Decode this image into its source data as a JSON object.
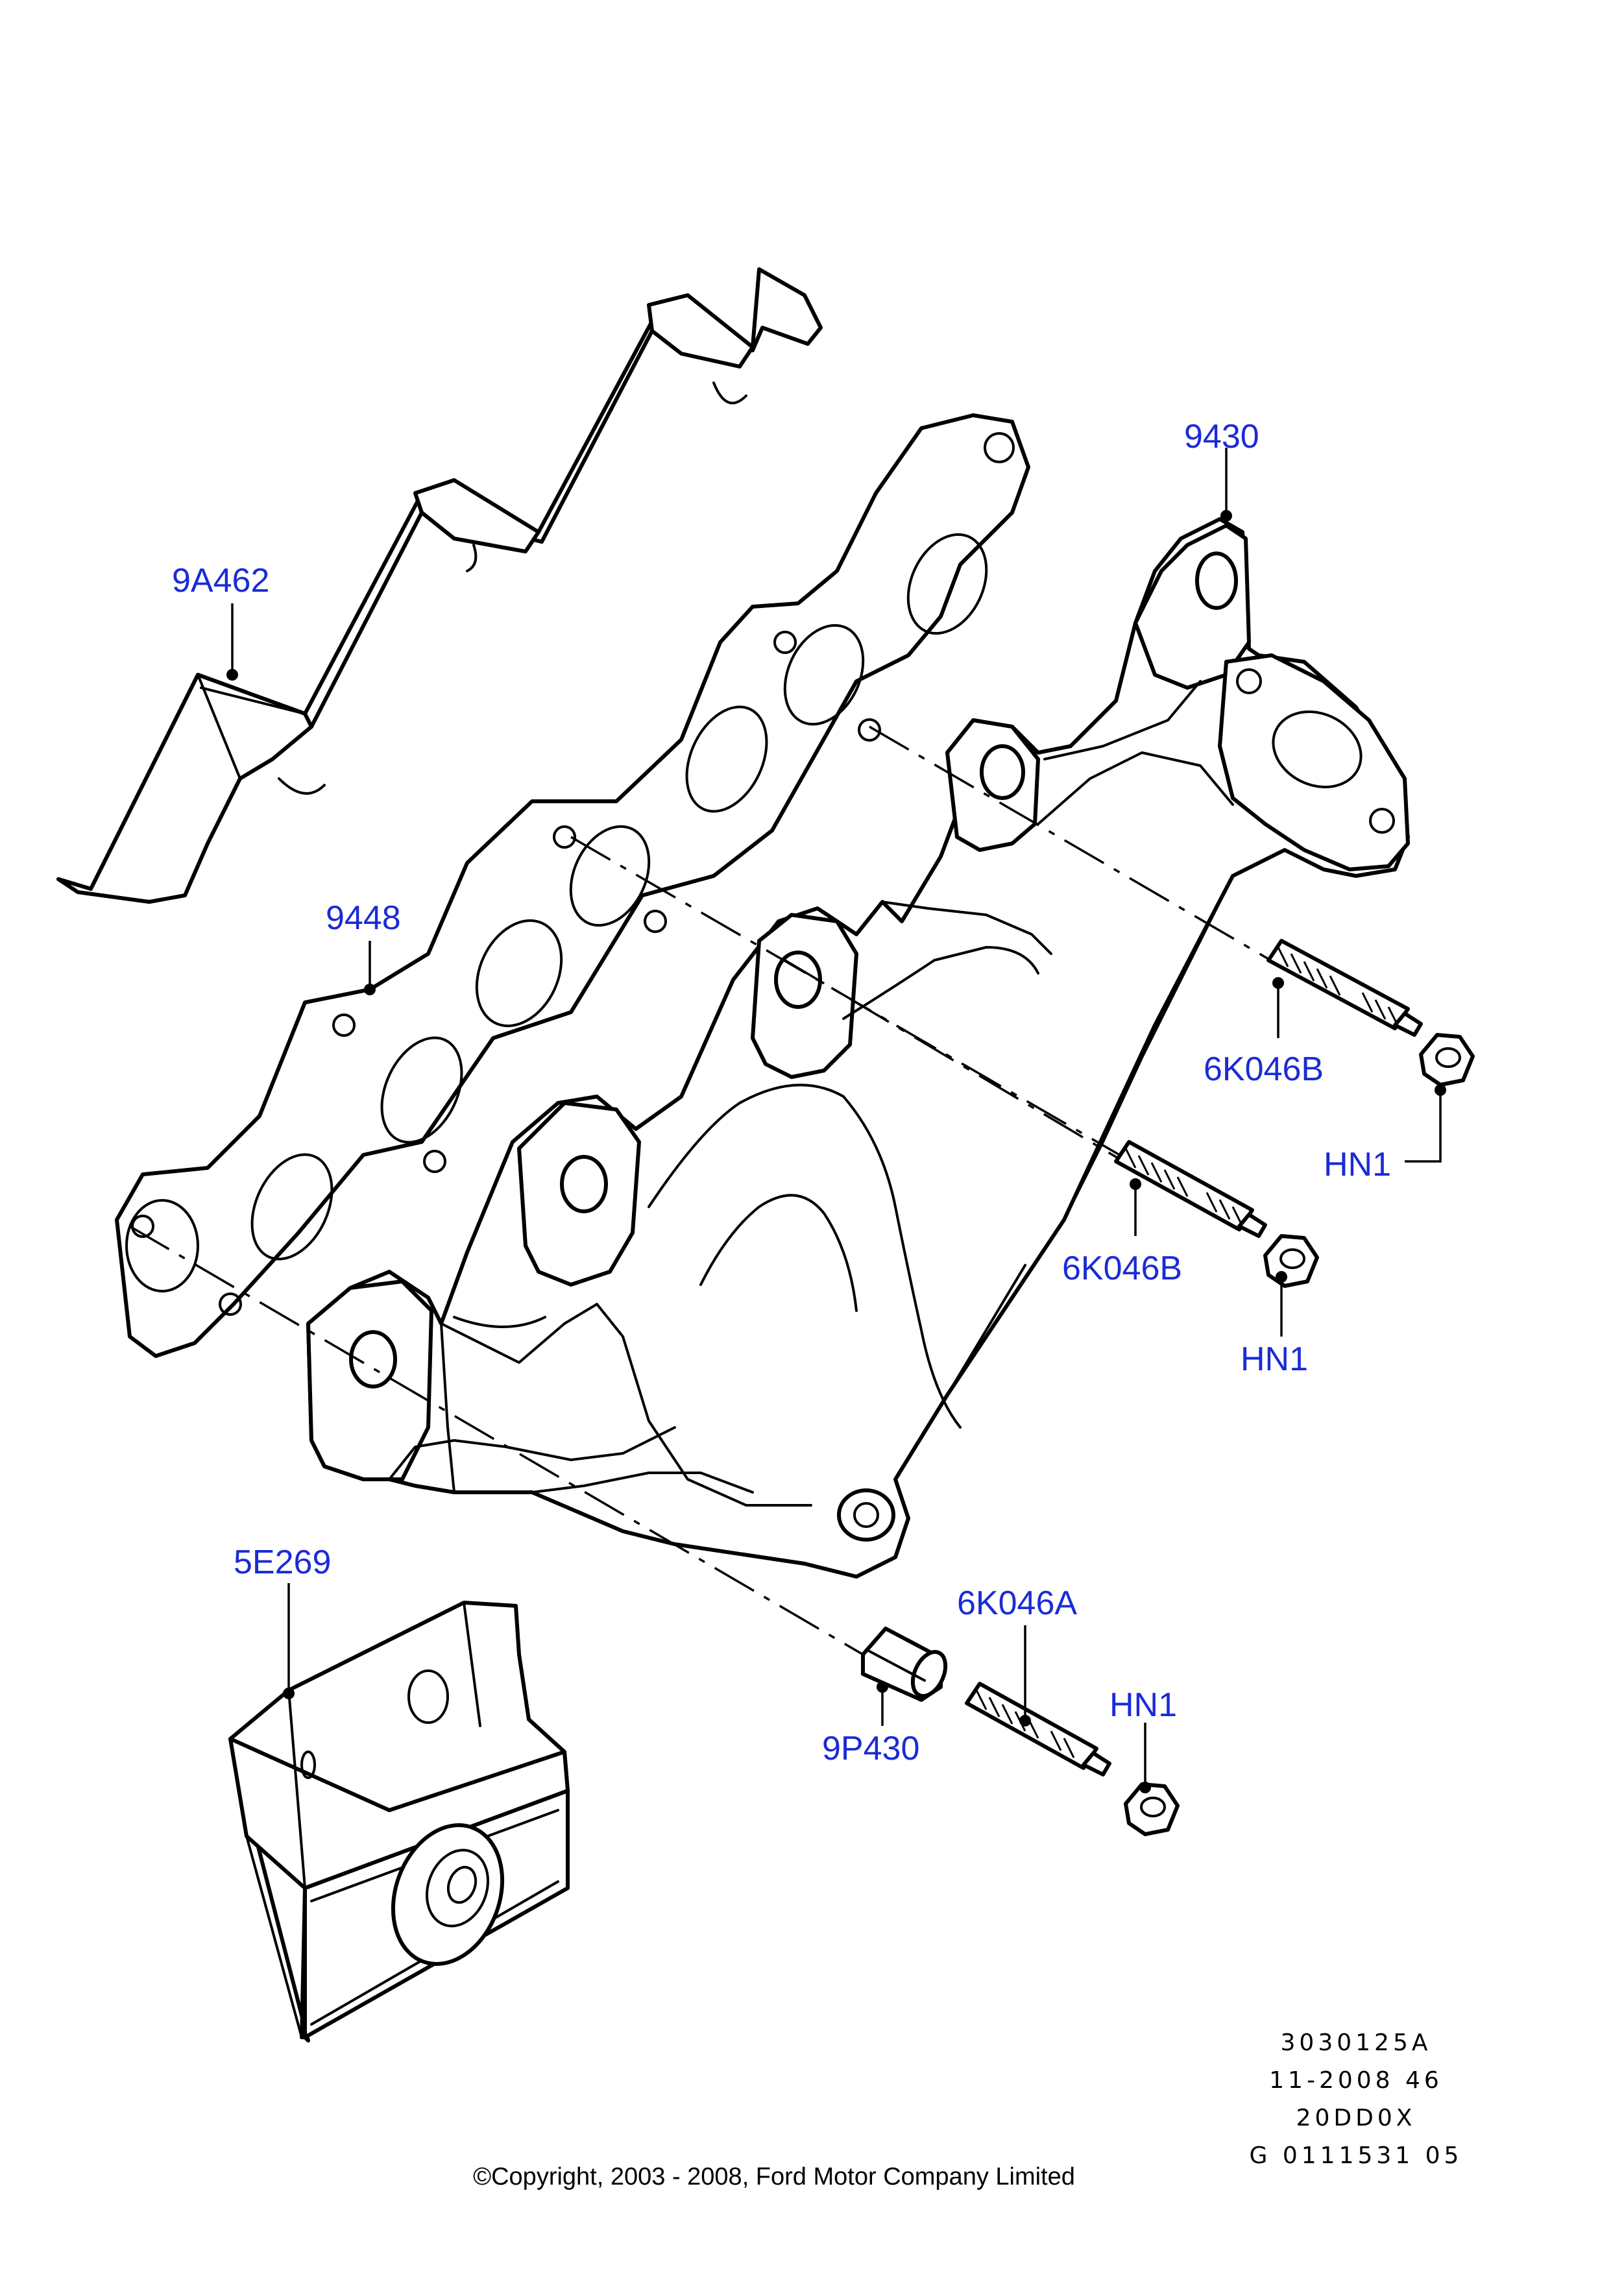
{
  "callouts": {
    "heat_shield_upper": "9A462",
    "manifold": "9430",
    "gasket": "9448",
    "stud_b_1": "6K046B",
    "nut_1": "HN1",
    "stud_b_2": "6K046B",
    "nut_2": "HN1",
    "heat_shield_lower": "5E269",
    "stud_a": "6K046A",
    "nut_3": "HN1",
    "spacer": "9P430"
  },
  "reference": {
    "line1": "3030125A",
    "line2": "11-2008 46",
    "line3": "20DD0X",
    "line4": "G 0111531 05"
  },
  "copyright": "©Copyright, 2003 - 2008, Ford Motor Company Limited",
  "colors": {
    "callout_text": "#1a2bd6",
    "line": "#000000",
    "background": "#ffffff"
  }
}
